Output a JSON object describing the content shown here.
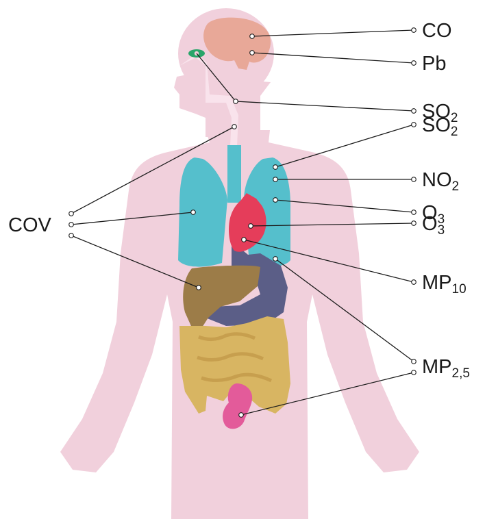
{
  "labels": {
    "co": "CO",
    "pb": "Pb",
    "so2_a": {
      "base": "SO",
      "sub": "2"
    },
    "so2_b": {
      "base": "SO",
      "sub": "2"
    },
    "no2": {
      "base": "NO",
      "sub": "2"
    },
    "o3_a": {
      "base": "O",
      "sub": "3"
    },
    "o3_b": {
      "base": "O",
      "sub": "3"
    },
    "mp10": {
      "base": "MP",
      "sub": "10"
    },
    "mp25": {
      "base": "MP",
      "sub": "2,5"
    },
    "cov": "COV"
  },
  "colors": {
    "body": "#f1d0dc",
    "brain": "#e8a898",
    "eye": "#29a56a",
    "airway": "#f9e3ec",
    "lungs": "#55bfcc",
    "trachea": "#55bfcc",
    "heart": "#e53d5a",
    "liver": "#9c7c48",
    "stomach": "#5b5e87",
    "intestine": "#d8b562",
    "bladder": "#e35b9a",
    "lines": "#1c1c1c"
  }
}
